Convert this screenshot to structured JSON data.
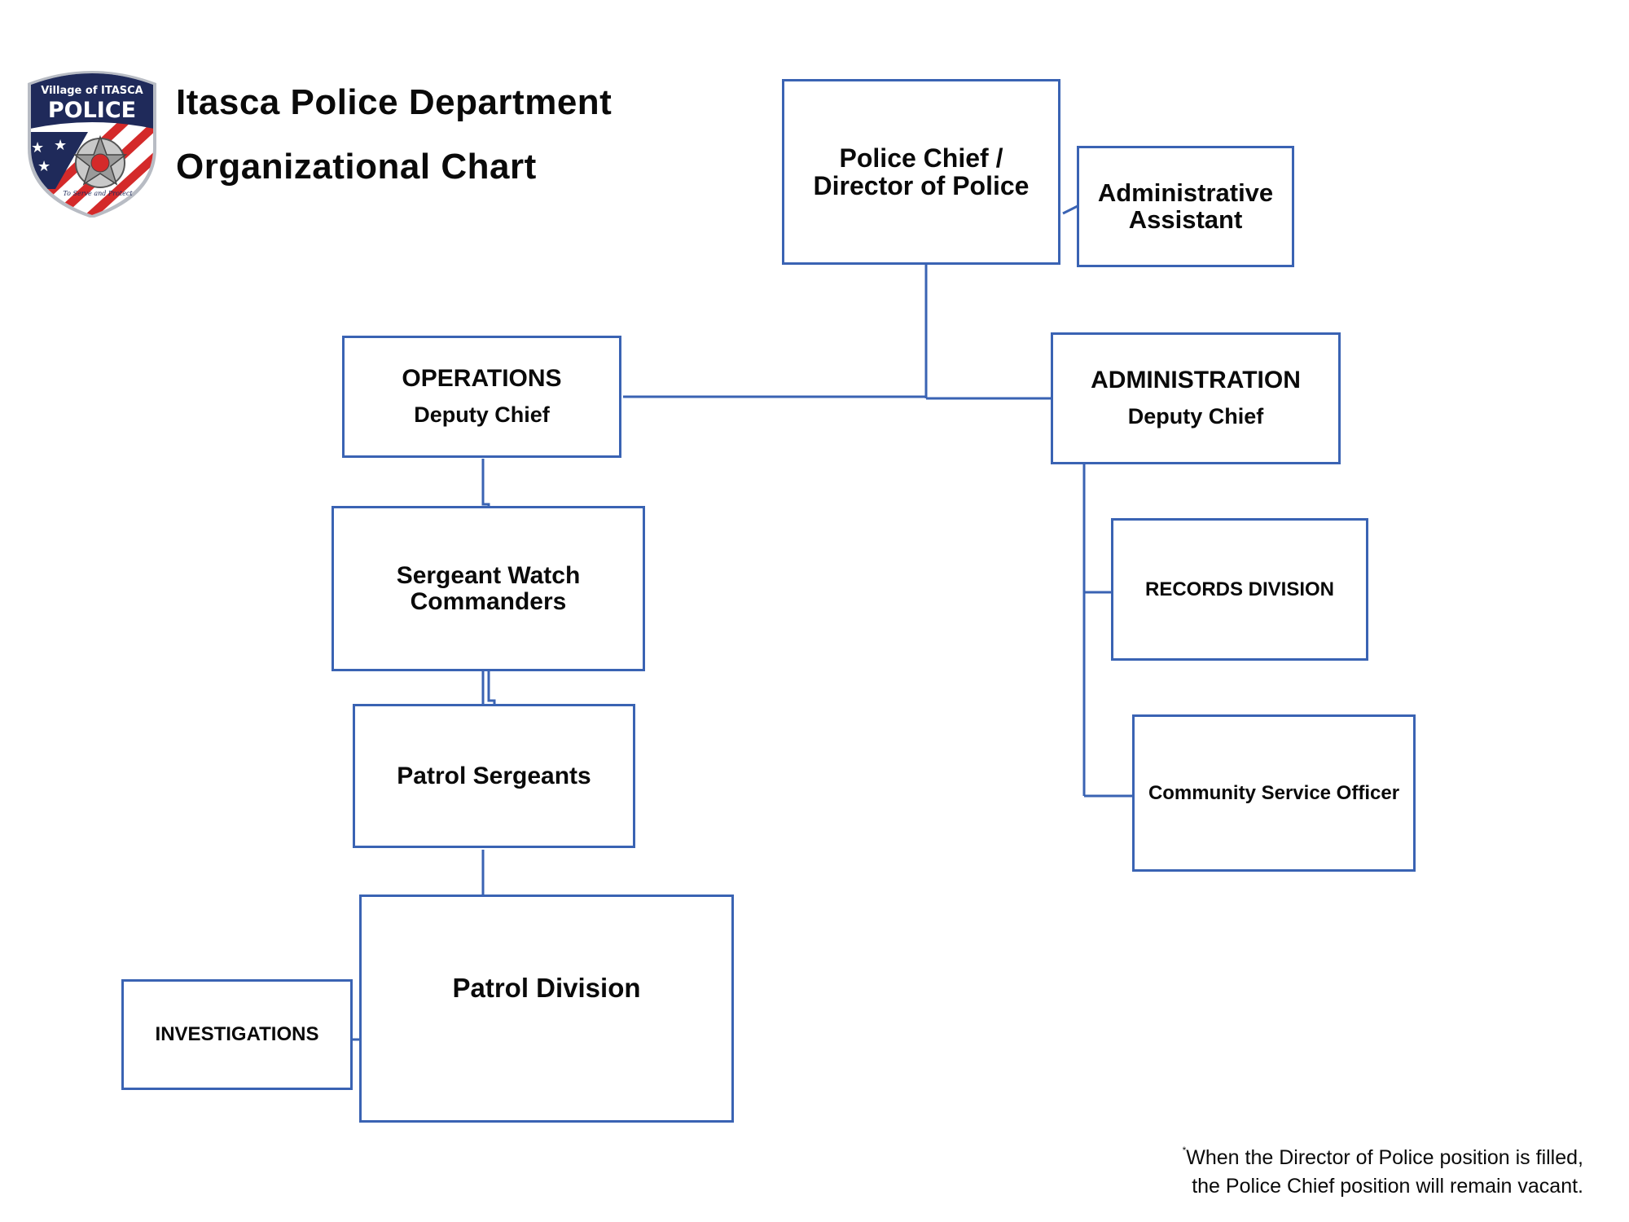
{
  "header": {
    "department": "Itasca Police Department",
    "chart_title": "Organizational Chart"
  },
  "logo": {
    "arc_text": "Village of ITASCA",
    "word": "POLICE",
    "motto": "To Serve and Protect",
    "colors": {
      "navy": "#1f2a5a",
      "red": "#d42a2a",
      "white": "#ffffff",
      "silver": "#c9c9c9"
    }
  },
  "nodes": {
    "chief": {
      "main": "Police Chief /\nDirector of Police"
    },
    "admin_assistant": {
      "main": "Administrative\nAssistant"
    },
    "operations": {
      "main": "OPERATIONS",
      "sub": "Deputy Chief"
    },
    "administration": {
      "main": "ADMINISTRATION",
      "sub": "Deputy Chief"
    },
    "sergeant_watch": {
      "main": "Sergeant Watch\nCommanders"
    },
    "patrol_sergeants": {
      "main": "Patrol Sergeants"
    },
    "patrol_division": {
      "main": "Patrol Division"
    },
    "investigations": {
      "main": "INVESTIGATIONS"
    },
    "records": {
      "main": "RECORDS DIVISION"
    },
    "cso": {
      "main": "Community Service Officer"
    }
  },
  "footnote": {
    "star": "*",
    "line1": "When the Director of Police position is filled,",
    "line2": "the Police Chief position will remain vacant."
  },
  "colors": {
    "box_border": "#3a63b3",
    "text": "#0a0a0a"
  }
}
